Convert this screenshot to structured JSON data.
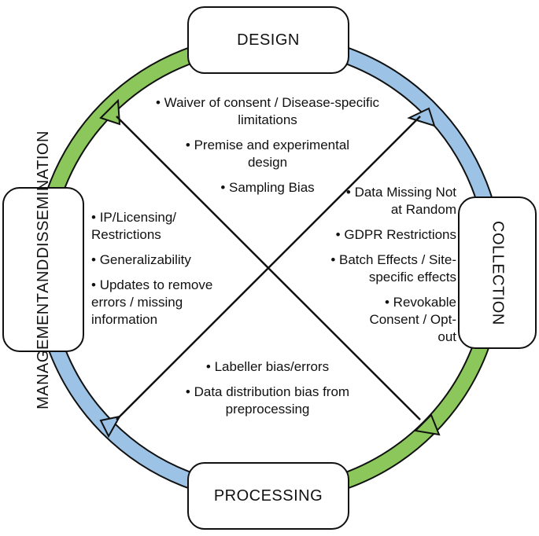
{
  "colors": {
    "blue_arc": "#9cc3e6",
    "green_arc": "#8bc75a",
    "outline": "#111111"
  },
  "stages": {
    "design": "DESIGN",
    "collection": "COLLECTION",
    "processing": "PROCESSING",
    "management": [
      "MANAGEMENT",
      "AND",
      "DISSEMINATION"
    ]
  },
  "issues": {
    "design": [
      "Waiver of consent / Disease-specific limitations",
      "Premise and experimental design",
      "Sampling Bias"
    ],
    "collection": [
      "Data Missing Not at Random",
      "GDPR Restrictions",
      "Batch Effects / Site-specific effects",
      "Revokable Consent / Opt-out"
    ],
    "processing": [
      "Labeller bias/errors",
      "Data distribution bias from preprocessing"
    ],
    "management": [
      "IP/Licensing/ Restrictions",
      "Generalizability",
      "Updates to remove errors / missing information"
    ]
  }
}
